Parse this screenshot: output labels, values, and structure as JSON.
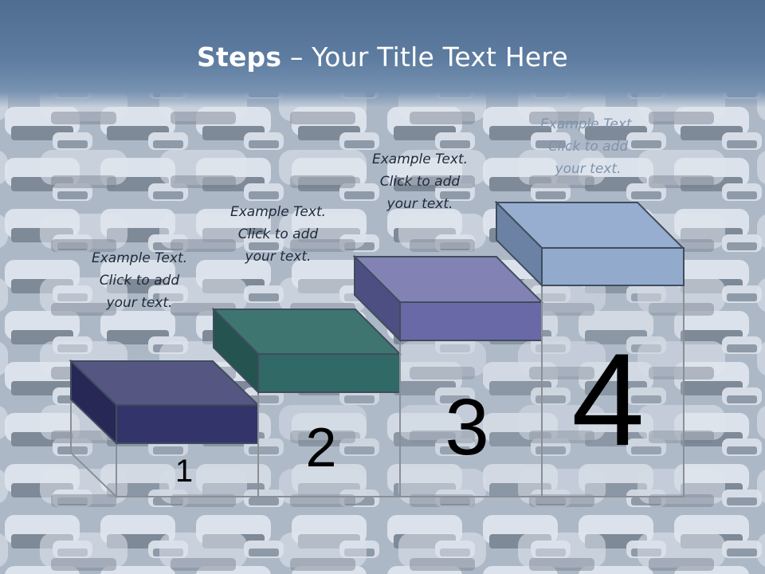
{
  "title": {
    "bold": "Steps",
    "rest": " – Your Title Text Here"
  },
  "steps": [
    {
      "number": "1",
      "caption": [
        "Example Text.",
        "Click  to add",
        "your text."
      ],
      "top_color": "#555782",
      "front_color": "#33346a",
      "side_color": "#272856"
    },
    {
      "number": "2",
      "caption": [
        "Example Text.",
        "Click  to add",
        "your text."
      ],
      "top_color": "#3e7571",
      "front_color": "#316966",
      "side_color": "#245350"
    },
    {
      "number": "3",
      "caption": [
        "Example Text.",
        "Click  to add",
        "your text."
      ],
      "top_color": "#8283b4",
      "front_color": "#6a69a7",
      "side_color": "#4d4f82"
    },
    {
      "number": "4",
      "caption": [
        "Example Text.",
        "Click  to add",
        "your text."
      ],
      "top_color": "#97aed0",
      "front_color": "#92abcc",
      "side_color": "#6b82a4"
    }
  ]
}
